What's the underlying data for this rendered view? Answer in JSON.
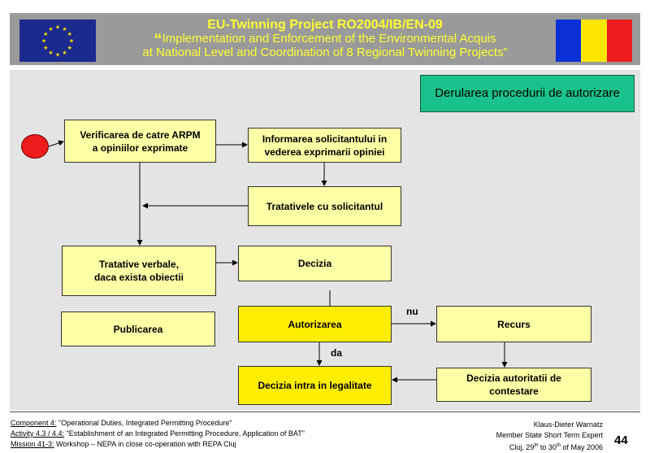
{
  "header": {
    "title": "EU-Twinning  Project  RO2004/IB/EN-09",
    "quote_open": "“",
    "subtitle_line1": "Implementation and Enforcement of the Environmental Acquis",
    "subtitle_line2": "at National Level and Coordination of 8 Regional Twinning Projects”",
    "colors": {
      "band": "#9a9a9a",
      "text": "#ffff33",
      "eu_blue": "#1b2a8f",
      "eu_star": "#ffdd00"
    },
    "ro_flag_colors": [
      "#0b2fd6",
      "#ffe600",
      "#ee1c1c"
    ]
  },
  "diagram": {
    "title": "Derularea procedurii de autorizare",
    "nodes": {
      "verificarea": "Verificarea de catre ARPM\na opiniilor exprimate",
      "informarea": "Informarea solicitantului in\nvederea exprimarii opiniei",
      "tratativele": "Tratativele cu solicitantul",
      "tratative_verbale": "Tratative verbale,\ndaca exista obiectii",
      "decizia": "Decizia",
      "publicarea": "Publicarea",
      "autorizarea": "Autorizarea",
      "recurs": "Recurs",
      "decizia_legalitate": "Decizia intra in legalitate",
      "decizia_autoritatii": "Decizia autoritatii de\ncontestare"
    },
    "edge_labels": {
      "nu": "nu",
      "da": "da"
    },
    "colors": {
      "node": "#ffffa6",
      "node_highlight": "#ffee00",
      "title_box": "#19c28c",
      "start": "#ee1c1c",
      "panel": "#e4e4e4"
    }
  },
  "footer": {
    "component_label": "Component 4:",
    "component_text": " \"Operational Duties, Integrated Permitting Procedure\"",
    "activity_label": "Activity 4.3 / 4.4:",
    "activity_text": " \"Establishment of an Integrated Permitting Procedure, Application of BAT\"",
    "mission_label": "Mission 41-3:",
    "mission_text": " Workshop – NEPA in close co-operation with REPA Cluj",
    "author": "Klaus-Dieter Warnatz",
    "role": "Member State Short Term Expert",
    "date_prefix": "Cluj, 29",
    "date_sup1": "th",
    "date_mid": " to 30",
    "date_sup2": "th",
    "date_suffix": " of May 2006",
    "page_number": "44"
  }
}
